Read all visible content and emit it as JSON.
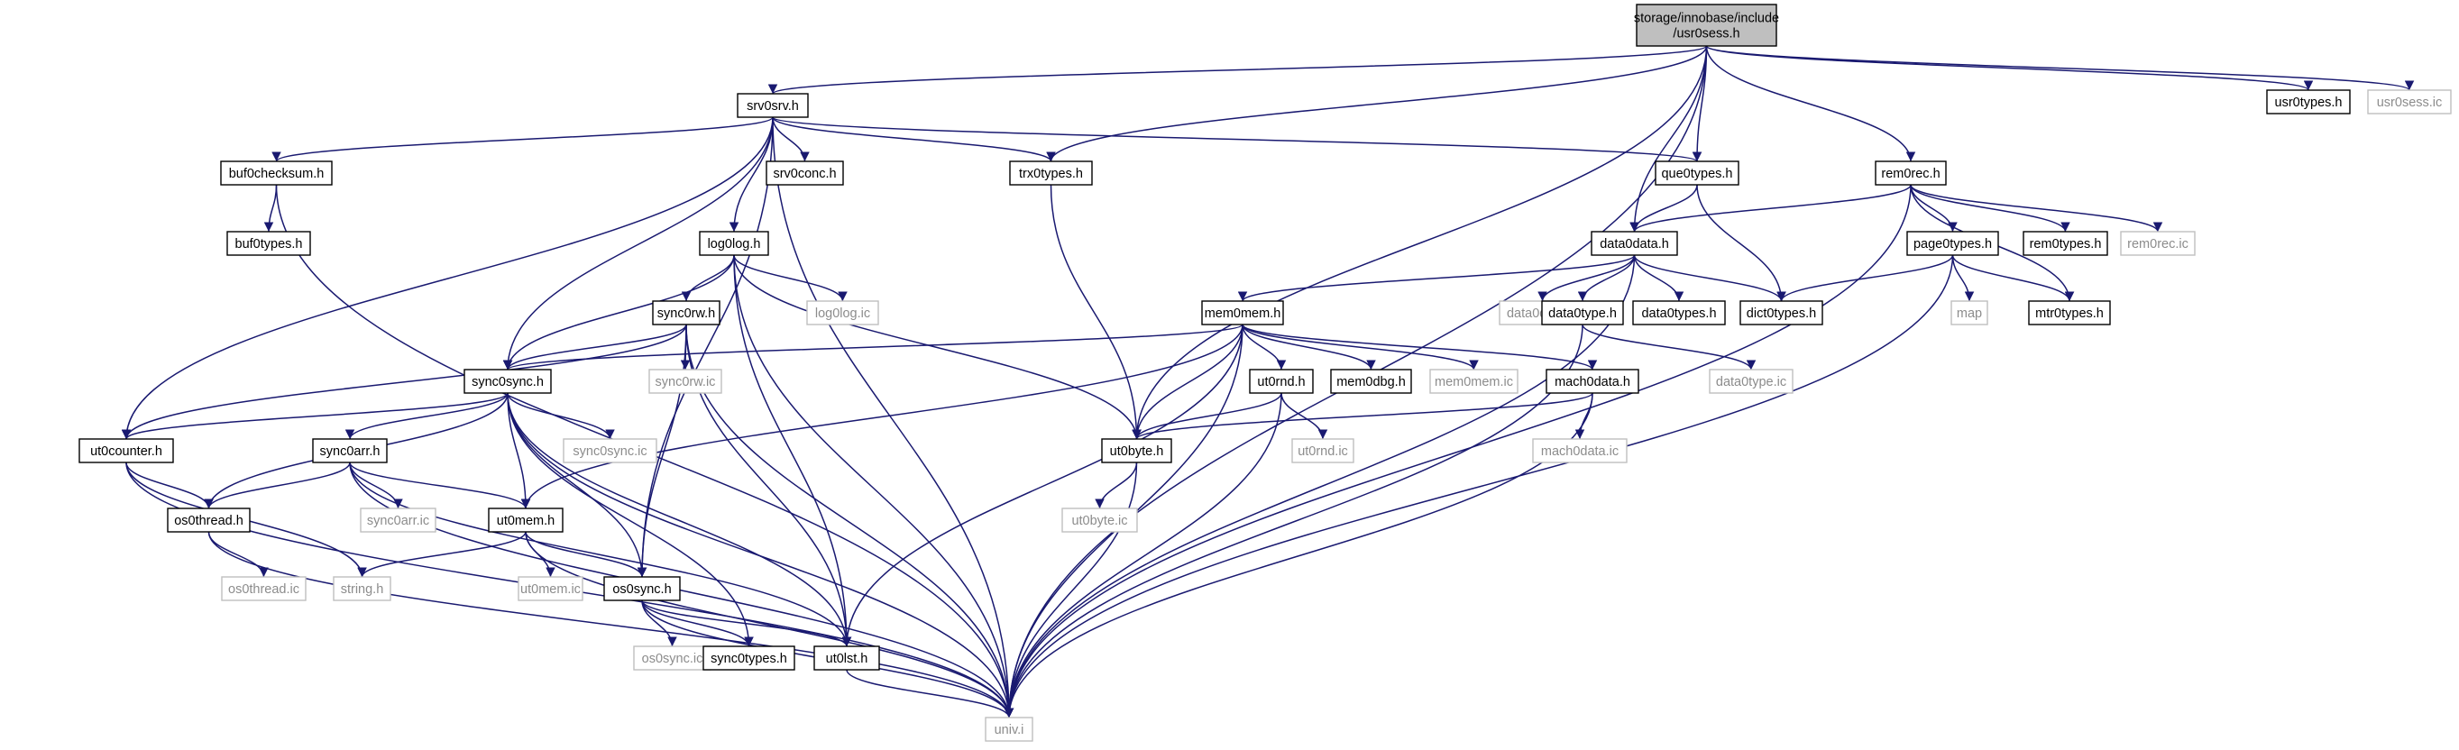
{
  "root": {
    "id": "usr0sess_h",
    "lines": [
      "storage/innobase/include",
      "/usr0sess.h"
    ]
  },
  "nodes": [
    {
      "id": "srv0srv_h",
      "label": "srv0srv.h"
    },
    {
      "id": "trx0types_h",
      "label": "trx0types.h"
    },
    {
      "id": "que0types_h",
      "label": "que0types.h"
    },
    {
      "id": "rem0rec_h",
      "label": "rem0rec.h"
    },
    {
      "id": "usr0types_h",
      "label": "usr0types.h"
    },
    {
      "id": "usr0sess_ic",
      "label": "usr0sess.ic",
      "faded": true
    },
    {
      "id": "buf0checksum_h",
      "label": "buf0checksum.h"
    },
    {
      "id": "srv0conc_h",
      "label": "srv0conc.h"
    },
    {
      "id": "buf0types_h",
      "label": "buf0types.h"
    },
    {
      "id": "log0log_h",
      "label": "log0log.h"
    },
    {
      "id": "data0data_h",
      "label": "data0data.h"
    },
    {
      "id": "page0types_h",
      "label": "page0types.h"
    },
    {
      "id": "rem0types_h",
      "label": "rem0types.h"
    },
    {
      "id": "rem0rec_ic",
      "label": "rem0rec.ic",
      "faded": true
    },
    {
      "id": "log0log_ic",
      "label": "log0log.ic",
      "faded": true
    },
    {
      "id": "sync0rw_h",
      "label": "sync0rw.h"
    },
    {
      "id": "mem0mem_h",
      "label": "mem0mem.h"
    },
    {
      "id": "data0data_ic",
      "label": "data0data.ic",
      "faded": true
    },
    {
      "id": "data0type_h",
      "label": "data0type.h"
    },
    {
      "id": "data0types_h",
      "label": "data0types.h"
    },
    {
      "id": "dict0types_h",
      "label": "dict0types.h"
    },
    {
      "id": "map",
      "label": "map",
      "faded": true
    },
    {
      "id": "mtr0types_h",
      "label": "mtr0types.h"
    },
    {
      "id": "sync0sync_h",
      "label": "sync0sync.h"
    },
    {
      "id": "sync0rw_ic",
      "label": "sync0rw.ic",
      "faded": true
    },
    {
      "id": "ut0rnd_h",
      "label": "ut0rnd.h"
    },
    {
      "id": "mem0dbg_h",
      "label": "mem0dbg.h"
    },
    {
      "id": "mem0mem_ic",
      "label": "mem0mem.ic",
      "faded": true
    },
    {
      "id": "mach0data_h",
      "label": "mach0data.h"
    },
    {
      "id": "data0type_ic",
      "label": "data0type.ic",
      "faded": true
    },
    {
      "id": "ut0counter_h",
      "label": "ut0counter.h"
    },
    {
      "id": "sync0arr_h",
      "label": "sync0arr.h"
    },
    {
      "id": "sync0sync_ic",
      "label": "sync0sync.ic",
      "faded": true
    },
    {
      "id": "ut0byte_h",
      "label": "ut0byte.h"
    },
    {
      "id": "ut0rnd_ic",
      "label": "ut0rnd.ic",
      "faded": true
    },
    {
      "id": "mach0data_ic",
      "label": "mach0data.ic",
      "faded": true
    },
    {
      "id": "os0thread_h",
      "label": "os0thread.h"
    },
    {
      "id": "sync0arr_ic",
      "label": "sync0arr.ic",
      "faded": true
    },
    {
      "id": "ut0mem_h",
      "label": "ut0mem.h"
    },
    {
      "id": "ut0byte_ic",
      "label": "ut0byte.ic",
      "faded": true
    },
    {
      "id": "os0thread_ic",
      "label": "os0thread.ic",
      "faded": true
    },
    {
      "id": "string_h",
      "label": "string.h",
      "faded": true
    },
    {
      "id": "ut0mem_ic",
      "label": "ut0mem.ic",
      "faded": true
    },
    {
      "id": "os0sync_h",
      "label": "os0sync.h"
    },
    {
      "id": "os0sync_ic",
      "label": "os0sync.ic",
      "faded": true
    },
    {
      "id": "sync0types_h",
      "label": "sync0types.h"
    },
    {
      "id": "ut0lst_h",
      "label": "ut0lst.h"
    },
    {
      "id": "univ_i",
      "label": "univ.i",
      "faded": true
    }
  ],
  "edges": [
    [
      "usr0sess_h",
      "srv0srv_h"
    ],
    [
      "usr0sess_h",
      "trx0types_h"
    ],
    [
      "usr0sess_h",
      "ut0byte_h"
    ],
    [
      "usr0sess_h",
      "data0data_h"
    ],
    [
      "usr0sess_h",
      "que0types_h"
    ],
    [
      "usr0sess_h",
      "rem0rec_h"
    ],
    [
      "usr0sess_h",
      "usr0types_h"
    ],
    [
      "usr0sess_h",
      "usr0sess_ic"
    ],
    [
      "usr0sess_h",
      "univ_i"
    ],
    [
      "srv0srv_h",
      "buf0checksum_h"
    ],
    [
      "srv0srv_h",
      "ut0counter_h"
    ],
    [
      "srv0srv_h",
      "sync0sync_h"
    ],
    [
      "srv0srv_h",
      "os0sync_h"
    ],
    [
      "srv0srv_h",
      "log0log_h"
    ],
    [
      "srv0srv_h",
      "srv0conc_h"
    ],
    [
      "srv0srv_h",
      "trx0types_h"
    ],
    [
      "srv0srv_h",
      "que0types_h"
    ],
    [
      "srv0srv_h",
      "univ_i"
    ],
    [
      "buf0checksum_h",
      "buf0types_h"
    ],
    [
      "buf0checksum_h",
      "univ_i"
    ],
    [
      "trx0types_h",
      "ut0byte_h"
    ],
    [
      "que0types_h",
      "data0data_h"
    ],
    [
      "que0types_h",
      "dict0types_h"
    ],
    [
      "rem0rec_h",
      "data0data_h"
    ],
    [
      "rem0rec_h",
      "page0types_h"
    ],
    [
      "rem0rec_h",
      "rem0types_h"
    ],
    [
      "rem0rec_h",
      "mtr0types_h"
    ],
    [
      "rem0rec_h",
      "rem0rec_ic"
    ],
    [
      "rem0rec_h",
      "univ_i"
    ],
    [
      "page0types_h",
      "dict0types_h"
    ],
    [
      "page0types_h",
      "map"
    ],
    [
      "page0types_h",
      "mtr0types_h"
    ],
    [
      "page0types_h",
      "univ_i"
    ],
    [
      "log0log_h",
      "sync0sync_h"
    ],
    [
      "log0log_h",
      "sync0rw_h"
    ],
    [
      "log0log_h",
      "log0log_ic"
    ],
    [
      "log0log_h",
      "ut0lst_h"
    ],
    [
      "log0log_h",
      "ut0byte_h"
    ],
    [
      "log0log_h",
      "univ_i"
    ],
    [
      "data0data_h",
      "mem0mem_h"
    ],
    [
      "data0data_h",
      "data0data_ic"
    ],
    [
      "data0data_h",
      "data0type_h"
    ],
    [
      "data0data_h",
      "data0types_h"
    ],
    [
      "data0data_h",
      "dict0types_h"
    ],
    [
      "data0data_h",
      "univ_i"
    ],
    [
      "data0type_h",
      "data0type_ic"
    ],
    [
      "data0type_h",
      "univ_i"
    ],
    [
      "sync0rw_h",
      "sync0sync_h"
    ],
    [
      "sync0rw_h",
      "sync0rw_ic"
    ],
    [
      "sync0rw_h",
      "ut0counter_h"
    ],
    [
      "sync0rw_h",
      "os0sync_h"
    ],
    [
      "sync0rw_h",
      "ut0lst_h"
    ],
    [
      "sync0rw_h",
      "univ_i"
    ],
    [
      "mem0mem_h",
      "sync0sync_h"
    ],
    [
      "mem0mem_h",
      "ut0mem_h"
    ],
    [
      "mem0mem_h",
      "ut0lst_h"
    ],
    [
      "mem0mem_h",
      "ut0byte_h"
    ],
    [
      "mem0mem_h",
      "ut0rnd_h"
    ],
    [
      "mem0mem_h",
      "mem0dbg_h"
    ],
    [
      "mem0mem_h",
      "mem0mem_ic"
    ],
    [
      "mem0mem_h",
      "mach0data_h"
    ],
    [
      "mem0mem_h",
      "univ_i"
    ],
    [
      "sync0sync_h",
      "ut0counter_h"
    ],
    [
      "sync0sync_h",
      "sync0arr_h"
    ],
    [
      "sync0sync_h",
      "os0thread_h"
    ],
    [
      "sync0sync_h",
      "ut0mem_h"
    ],
    [
      "sync0sync_h",
      "os0sync_h"
    ],
    [
      "sync0sync_h",
      "sync0sync_ic"
    ],
    [
      "sync0sync_h",
      "sync0types_h"
    ],
    [
      "sync0sync_h",
      "ut0lst_h"
    ],
    [
      "sync0sync_h",
      "univ_i"
    ],
    [
      "ut0rnd_h",
      "ut0byte_h"
    ],
    [
      "ut0rnd_h",
      "ut0rnd_ic"
    ],
    [
      "ut0rnd_h",
      "univ_i"
    ],
    [
      "mach0data_h",
      "ut0byte_h"
    ],
    [
      "mach0data_h",
      "mach0data_ic"
    ],
    [
      "mach0data_h",
      "univ_i"
    ],
    [
      "ut0counter_h",
      "os0thread_h"
    ],
    [
      "ut0counter_h",
      "string_h"
    ],
    [
      "ut0counter_h",
      "univ_i"
    ],
    [
      "sync0arr_h",
      "os0thread_h"
    ],
    [
      "sync0arr_h",
      "sync0arr_ic"
    ],
    [
      "sync0arr_h",
      "ut0mem_h"
    ],
    [
      "sync0arr_h",
      "ut0lst_h"
    ],
    [
      "sync0arr_h",
      "univ_i"
    ],
    [
      "ut0byte_h",
      "ut0byte_ic"
    ],
    [
      "ut0byte_h",
      "univ_i"
    ],
    [
      "os0thread_h",
      "os0thread_ic"
    ],
    [
      "os0thread_h",
      "univ_i"
    ],
    [
      "ut0mem_h",
      "string_h"
    ],
    [
      "ut0mem_h",
      "ut0mem_ic"
    ],
    [
      "ut0mem_h",
      "os0sync_h"
    ],
    [
      "ut0mem_h",
      "univ_i"
    ],
    [
      "os0sync_h",
      "os0sync_ic"
    ],
    [
      "os0sync_h",
      "sync0types_h"
    ],
    [
      "os0sync_h",
      "ut0lst_h"
    ],
    [
      "os0sync_h",
      "univ_i"
    ],
    [
      "ut0lst_h",
      "univ_i"
    ]
  ]
}
